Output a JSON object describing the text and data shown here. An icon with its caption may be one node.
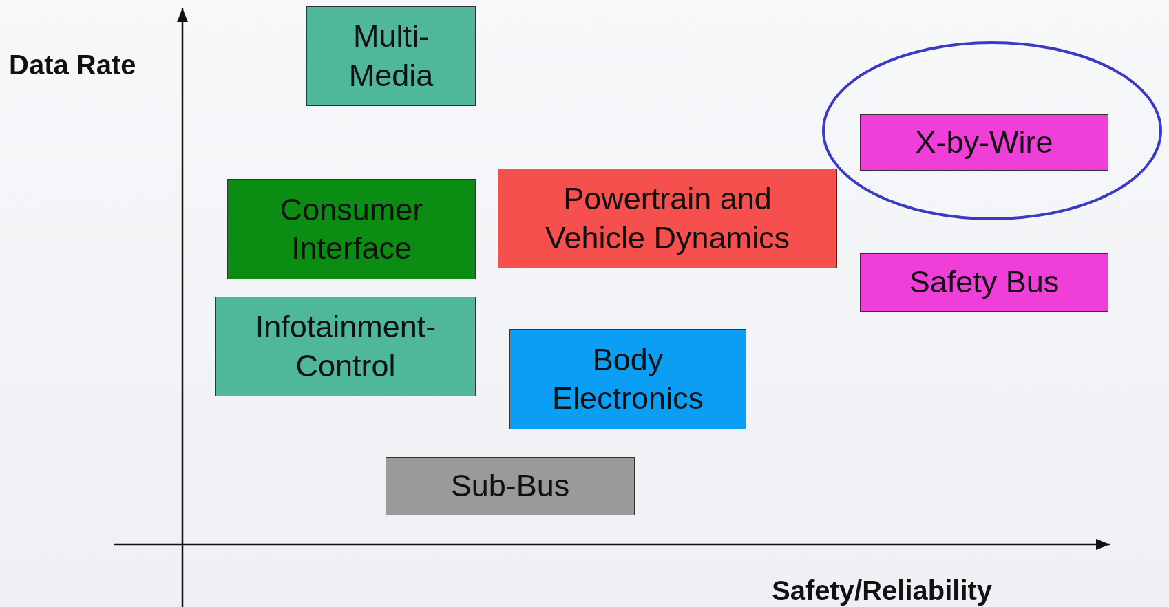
{
  "diagram": {
    "nodes": [
      {
        "text": [
          "Multi- Media"
        ]
      },
      {
        "text": [
          "X-by-Wire"
        ]
      },
      {
        "text": [
          "Consumer Interface"
        ]
      },
      {
        "text": [
          "Powertrain and Vehicle Dynamics"
        ]
      },
      {
        "text": [
          "Safety Bus"
        ]
      },
      {
        "text": [
          "Infotainment- Control"
        ]
      },
      {
        "text": [
          "Body Electronics"
        ]
      },
      {
        "text": [
          "Sub-Bus"
        ]
      }
    ],
    "labels": [
      "Data Rate",
      "Safety/Reliability"
    ]
  }
}
